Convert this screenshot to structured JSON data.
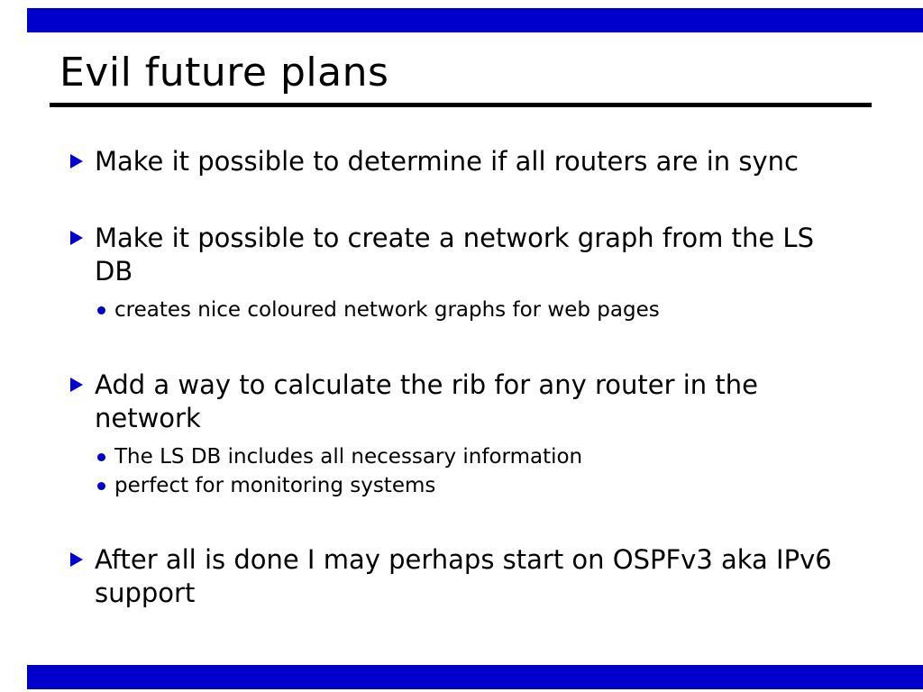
{
  "slide": {
    "title": "Evil future plans",
    "accent_color": "#0000cc",
    "bullets": [
      {
        "text": "Make it possible to determine if all routers are in sync",
        "subs": []
      },
      {
        "text": "Make it possible to create a network graph from the LS DB",
        "subs": [
          "creates nice coloured network graphs for web pages"
        ]
      },
      {
        "text": "Add a way to calculate the rib for any router in the network",
        "subs": [
          "The LS DB includes all necessary information",
          "perfect for monitoring systems"
        ]
      },
      {
        "text": "After all is done I may perhaps start on OSPFv3 aka IPv6 support",
        "subs": []
      }
    ]
  }
}
